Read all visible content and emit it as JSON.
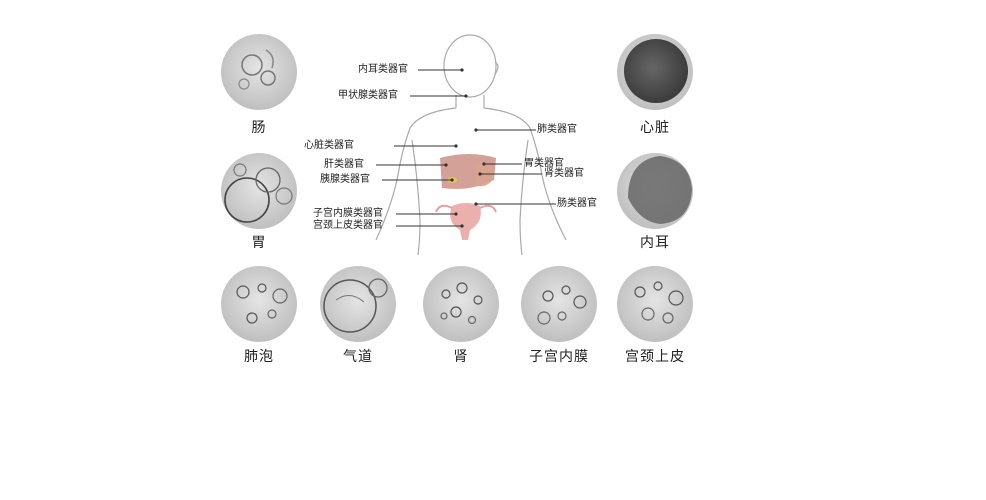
{
  "images": {
    "intestine": "肠",
    "heart": "心脏",
    "stomach": "胃",
    "inner_ear": "内耳",
    "alveoli": "肺泡",
    "airway": "气道",
    "kidney": "肾",
    "endometrium": "子宫内膜",
    "cervical_epithelium": "宫颈上皮"
  },
  "body_labels": {
    "inner_ear_organoid": "内耳类器官",
    "thyroid_organoid": "甲状腺类器官",
    "lung_organoid": "肺类器官",
    "heart_organoid": "心脏类器官",
    "liver_organoid": "肝类器官",
    "stomach_organoid": "胃类器官",
    "kidney_organoid": "肾类器官",
    "pancreas_organoid": "胰腺类器官",
    "intestine_organoid": "肠类器官",
    "endometrium_organoid": "子宫内膜类器官",
    "cervical_organoid": "宫颈上皮类器官"
  },
  "colors": {
    "liver": "#c98a7e",
    "uterus": "#e9a7a5",
    "stomach": "#d9a38f",
    "micro_bg": "#d7d7d7"
  }
}
